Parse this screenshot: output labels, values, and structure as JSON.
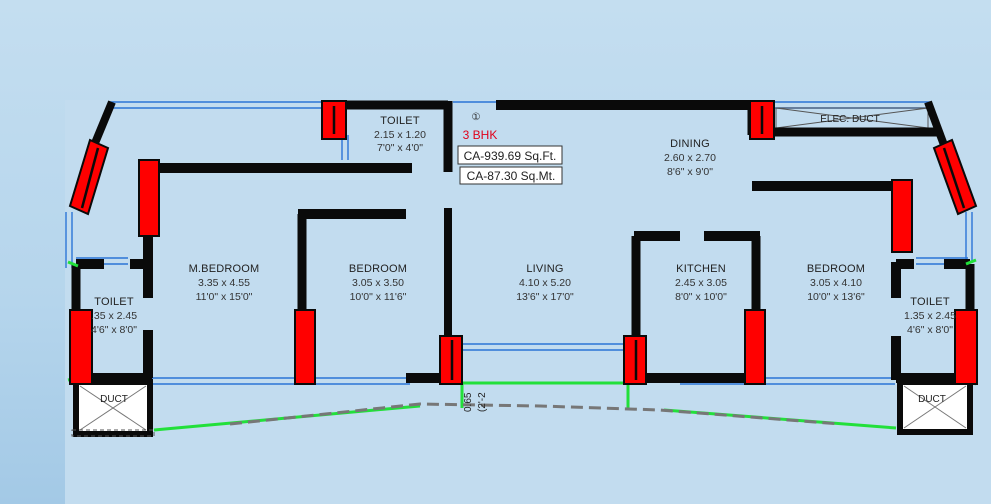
{
  "colors": {
    "wall": "#0a0a0a",
    "column": "#ff0000",
    "glazing": "#2b74d6",
    "green_line": "#22e03a",
    "dashed_line": "#777777",
    "paper": "#ffffff"
  },
  "plan_marker": "①",
  "bhk_label": "3 BHK",
  "carpet_area_sqft": "CA-939.69  Sq.Ft.",
  "carpet_area_sqmt": "CA-87.30  Sq.Mt.",
  "elec_duct_label": "ELEC. DUCT",
  "rooms": {
    "toilet_top": {
      "name": "TOILET",
      "metric": "2.15 x 1.20",
      "imperial": "7'0\" x 4'0\""
    },
    "dining": {
      "name": "DINING",
      "metric": "2.60 x 2.70",
      "imperial": "8'6\" x 9'0\""
    },
    "master_bedroom": {
      "name": "M.BEDROOM",
      "metric": "3.35 x 4.55",
      "imperial": "11'0\" x 15'0\""
    },
    "bedroom_left": {
      "name": "BEDROOM",
      "metric": "3.05 x 3.50",
      "imperial": "10'0\" x 11'6\""
    },
    "living": {
      "name": "LIVING",
      "metric": "4.10 x 5.20",
      "imperial": "13'6\" x 17'0\""
    },
    "kitchen": {
      "name": "KITCHEN",
      "metric": "2.45 x 3.05",
      "imperial": "8'0\" x 10'0\""
    },
    "bedroom_right": {
      "name": "BEDROOM",
      "metric": "3.05 x 4.10",
      "imperial": "10'0\" x 13'6\""
    },
    "toilet_left": {
      "name": "TOILET",
      "metric": ".35 x 2.45",
      "imperial": "4'6\" x 8'0\""
    },
    "toilet_right": {
      "name": "TOILET",
      "metric": "1.35 x 2.45",
      "imperial": "4'6\" x 8'0\""
    }
  },
  "duct_left_label": "DUCT",
  "duct_right_label": "DUCT",
  "balcony_dim_metric": "0.65",
  "balcony_dim_imperial": "(2'-2"
}
